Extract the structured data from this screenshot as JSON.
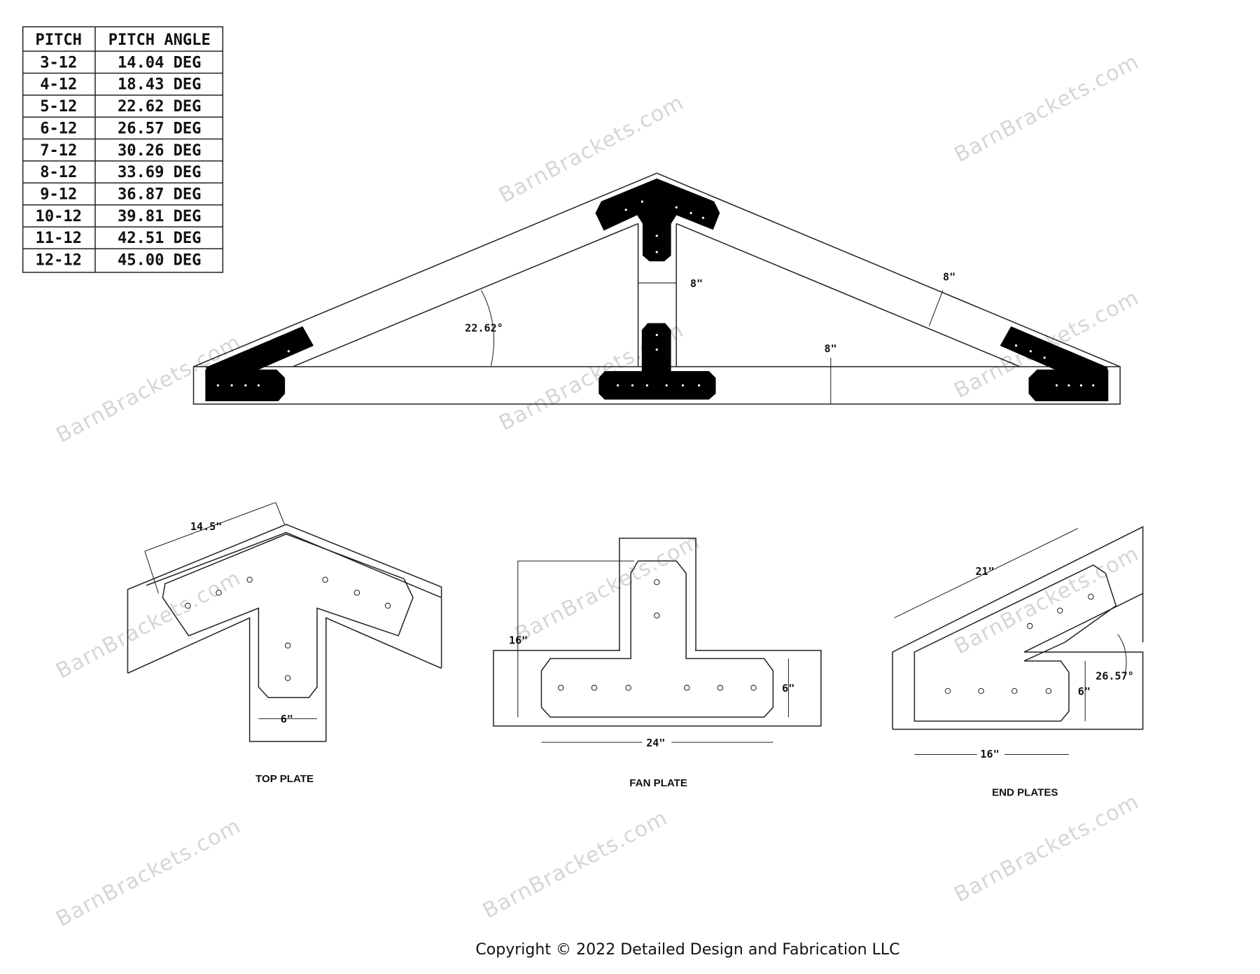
{
  "pitch_table": {
    "headers": [
      "PITCH",
      "PITCH ANGLE"
    ],
    "rows": [
      [
        "3-12",
        "14.04 DEG"
      ],
      [
        "4-12",
        "18.43 DEG"
      ],
      [
        "5-12",
        "22.62 DEG"
      ],
      [
        "6-12",
        "26.57 DEG"
      ],
      [
        "7-12",
        "30.26 DEG"
      ],
      [
        "8-12",
        "33.69 DEG"
      ],
      [
        "9-12",
        "36.87 DEG"
      ],
      [
        "10-12",
        "39.81 DEG"
      ],
      [
        "11-12",
        "42.51 DEG"
      ],
      [
        "12-12",
        "45.00 DEG"
      ]
    ]
  },
  "truss": {
    "king_post_width": "8\"",
    "roof_angle": "22.62°",
    "rafter_depth": "8\"",
    "chord_depth": "8\""
  },
  "top_plate": {
    "label": "TOP PLATE",
    "length": "14.5\"",
    "width": "6\""
  },
  "fan_plate": {
    "label": "FAN PLATE",
    "height": "16\"",
    "width": "6\"",
    "length": "24\""
  },
  "end_plates": {
    "label": "END PLATES",
    "length_rafter": "21\"",
    "angle": "26.57°",
    "width": "6\"",
    "length": "16\""
  },
  "watermark": "BarnBrackets.com",
  "copyright": "Copyright © 2022 Detailed Design and Fabrication LLC"
}
